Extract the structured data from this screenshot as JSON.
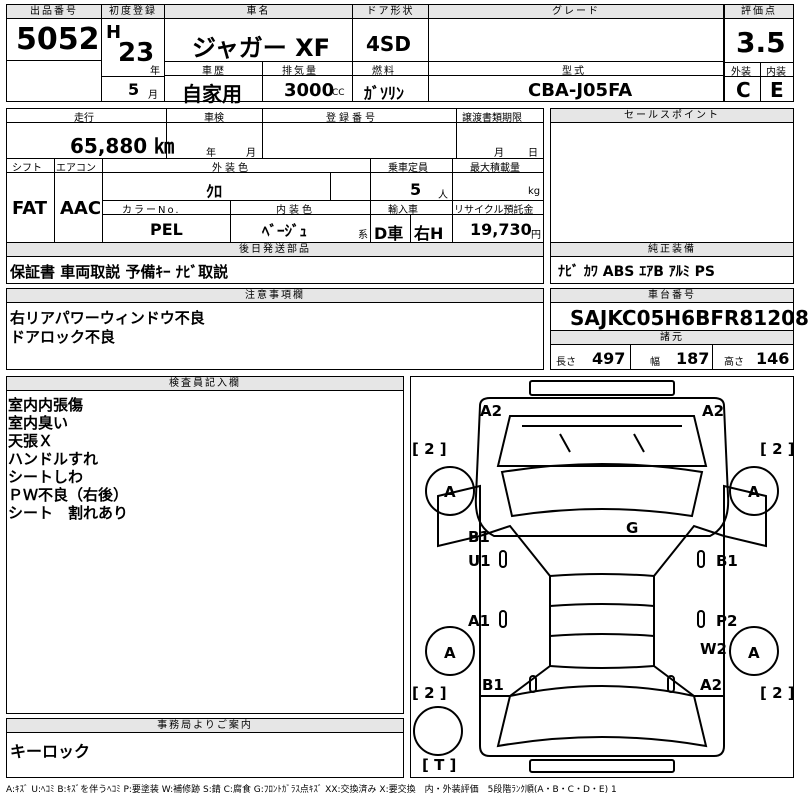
{
  "lot": {
    "label": "出品番号",
    "value": "5052"
  },
  "first_reg": {
    "label": "初度登録",
    "era": "H",
    "year": "23",
    "year_unit": "年",
    "month": "5",
    "month_unit": "月"
  },
  "car_name": {
    "label": "車名",
    "value": "ジャガー XF"
  },
  "door": {
    "label": "ドア形状",
    "value": "4SD"
  },
  "grade": {
    "label": "グレード",
    "value": ""
  },
  "score": {
    "label": "評価点",
    "value": "3.5",
    "ext_label": "外装",
    "int_label": "内装",
    "ext_value": "C",
    "int_value": "E"
  },
  "history": {
    "label": "車歴",
    "value": "自家用"
  },
  "displacement": {
    "label": "排気量",
    "value": "3000",
    "unit": "CC"
  },
  "fuel": {
    "label": "燃料",
    "value": "ｶﾞｿﾘﾝ"
  },
  "model": {
    "label": "型式",
    "value": "CBA-J05FA"
  },
  "mileage": {
    "label": "走行",
    "value": "65,880 ㎞"
  },
  "inspection": {
    "label": "車検",
    "year_unit": "年",
    "month_unit": "月"
  },
  "plate": {
    "label": "登録番号"
  },
  "transfer": {
    "label": "譲渡書類期限",
    "month_unit": "月",
    "day_unit": "日"
  },
  "sales_point": {
    "label": "セールスポイント"
  },
  "shift": {
    "label": "シフト",
    "value": "FAT"
  },
  "ac": {
    "label": "エアコン",
    "value": "AAC"
  },
  "ext_color": {
    "label": "外装色",
    "value": "ｸﾛ"
  },
  "capacity": {
    "label": "乗車定員",
    "value": "5",
    "unit": "人"
  },
  "max_load": {
    "label": "最大積載量",
    "unit": "kg"
  },
  "color_no": {
    "label": "カラーNo.",
    "value": "PEL"
  },
  "int_color": {
    "label": "内装色",
    "value": "ﾍﾞｰｼﾞｭ",
    "suffix": "系"
  },
  "import": {
    "label": "輸入車",
    "value1": "D車",
    "value2": "右H"
  },
  "recycle": {
    "label": "リサイクル預託金",
    "value": "19,730",
    "unit": "円"
  },
  "later_parts": {
    "label": "後日発送部品",
    "value": "保証書 車両取説 予備ｷｰ ﾅﾋﾞ取説"
  },
  "genuine": {
    "label": "純正装備",
    "value": "ﾅﾋﾞ ｶﾜ ABS ｴｱB ｱﾙﾐ PS"
  },
  "notes": {
    "label": "注意事項欄",
    "lines": [
      "右リアパワーウィンドウ不良",
      "ドアロック不良"
    ]
  },
  "chassis": {
    "label": "車台番号",
    "value": "SAJKC05H6BFR81208"
  },
  "specs": {
    "label": "諸元",
    "len_label": "長さ",
    "len": "497",
    "wid_label": "幅",
    "wid": "187",
    "hgt_label": "高さ",
    "hgt": "146"
  },
  "inspector": {
    "label": "検査員記入欄",
    "lines": [
      "室内内張傷",
      "室内臭い",
      "天張Ｘ",
      "ハンドルすれ",
      "シートしわ",
      "ＰＷ不良（右後）",
      "シート　割れあり"
    ]
  },
  "office": {
    "label": "事務局よりご案内",
    "value": "キーロック"
  },
  "diagram": {
    "marks": {
      "a2_tl": "A2",
      "a2_tr": "A2",
      "bracket_tl": "[ 2 ]",
      "bracket_tr": "[ 2 ]",
      "a_l1": "A",
      "a_r1": "A",
      "g": "G",
      "b1_l": "B1",
      "u1_l": "U1",
      "b1_r": "B1",
      "a1_l": "A1",
      "p2_r": "P2",
      "w2_r": "W2",
      "a_l2": "A",
      "a_r2": "A",
      "b1_bl": "B1",
      "a2_br": "A2",
      "bracket_bl": "[ 2 ]",
      "bracket_br": "[ 2 ]",
      "bracket_t": "[ T ]"
    }
  },
  "legend": "A:ｷｽﾞ U:ﾍｺﾐ B:ｷｽﾞを伴うﾍｺﾐ P:要塗装 W:補修跡 S:錆 C:腐食 G:ﾌﾛﾝﾄｶﾞﾗｽ点ｷｽﾞ XX:交換済み X:要交換　内・外装評価　5段階ﾗﾝｸ順(A・B・C・D・E) 1"
}
